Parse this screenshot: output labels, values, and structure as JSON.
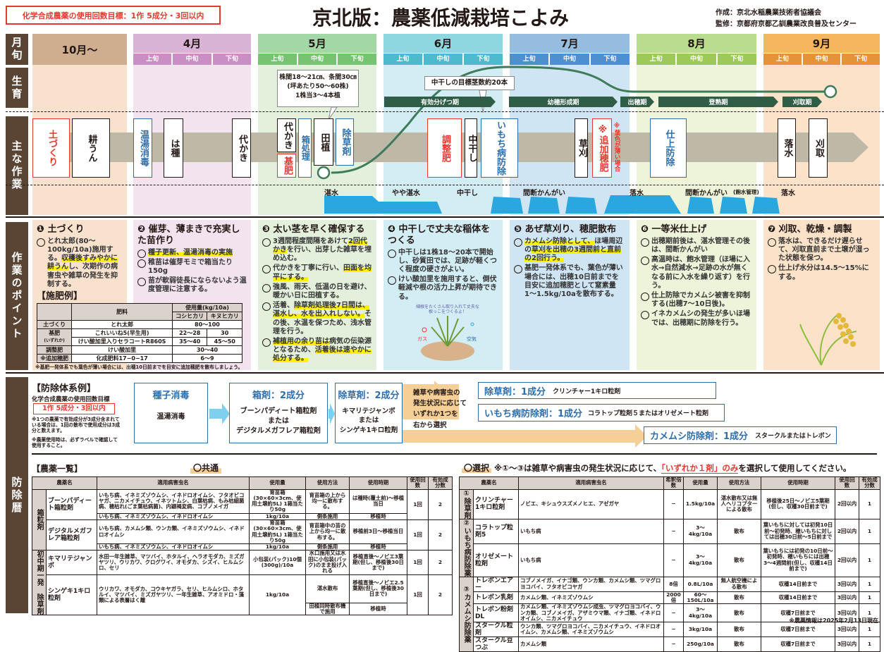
{
  "header": {
    "goal": "化学合成農薬の使用回数目標：1作 5成分・3回以内",
    "title": "京北版：農薬低減栽培こよみ",
    "author": "作成：京北水稲農業技術者協議会",
    "supervisor": "監修：京都府京都乙訓農業改良普及センター"
  },
  "row_labels": {
    "month": "月旬",
    "growth": "生育",
    "work": "主な作業",
    "points": "作業のポイント",
    "control": "防除暦"
  },
  "months": [
    {
      "name": "10月〜"
    },
    {
      "name": "4月"
    },
    {
      "name": "5月"
    },
    {
      "name": "6月"
    },
    {
      "name": "7月"
    },
    {
      "name": "8月"
    },
    {
      "name": "9月"
    }
  ],
  "periods": [
    "上旬",
    "中旬",
    "下旬"
  ],
  "colors": {
    "red": "#e8382f",
    "blue": "#2e6eab",
    "brown": "#5a4433",
    "dark_green": "#2f5d45",
    "water": "#29a8e0",
    "highlight": "#fff100"
  },
  "growth": {
    "callout1": [
      "株間18〜21㎝、条間30㎝",
      "(坪あたり50〜60株)",
      "1株当3〜4本植"
    ],
    "callout2": "中干しの目標茎数約20本",
    "stages": [
      "有効分げつ期",
      "幼穂形成期",
      "出穂期",
      "登熟期",
      "刈取期"
    ]
  },
  "work": {
    "tsuchizukuri": "土づくり",
    "kouun": "耕うん",
    "onto": "温湯消毒",
    "hashu": "は種",
    "shiro1": "代かき",
    "shiro2": "代かき",
    "kihi": "基肥",
    "hako": "箱処理",
    "taue": "田植",
    "josou": "除草剤",
    "chousei": "調整肥",
    "nakaboshi": "中干し",
    "imochi": "いもち病防除",
    "kusakari": "草刈",
    "tsuika": "※追加穂肥",
    "tsuika_note": "※葉色が薄い場合",
    "shiage": "仕上防除",
    "rakusui": "落水",
    "karitori": "刈取"
  },
  "water": [
    "湛水",
    "やや湛水",
    "中干し",
    "間断かんがい",
    "落水",
    "間断かんがい",
    "(飽水管理)",
    "落水"
  ],
  "points": [
    {
      "title": "❶ 土づくり",
      "items": [
        [
          {
            "t": "とれ太郎(80〜100kg/10a)施用する。"
          },
          {
            "t": "収穫後すみやかに耕うん",
            "h": true
          },
          {
            "t": "し、次期作の病害虫や雑草の発生を抑制する。"
          }
        ]
      ]
    },
    {
      "title": "❷ 催芽、薄まきで充実した苗作り",
      "items": [
        [
          {
            "t": "種子更新、温湯消毒の実施",
            "h": true
          }
        ],
        [
          {
            "t": "稚苗は催芽モミで箱当たり150g"
          }
        ],
        [
          {
            "t": "苗が軟弱徒長にならないよう温度管理に注意する。"
          }
        ]
      ]
    },
    {
      "title": "❸ 太い茎を早く確保する",
      "items": [
        [
          {
            "t": "3週間程度間隔をあけて"
          },
          {
            "t": "2回代かき",
            "h": true
          },
          {
            "t": "を行い、出芽した雑草を埋め込む。"
          }
        ],
        [
          {
            "t": "代かきを丁寧に行い、"
          },
          {
            "t": "田面を均平にする。",
            "h": true
          }
        ],
        [
          {
            "t": "強風、雨天、低温の日を避け、暖かい日に田植する。"
          }
        ],
        [
          {
            "t": "活着、"
          },
          {
            "t": "除草剤処理後7日間は、湛水し、水を出入れしない。",
            "h": true
          },
          {
            "t": "その後、水温を保つため、浅水管理を行う。"
          }
        ],
        [
          {
            "t": "補植用の余り苗は",
            "h": true
          },
          {
            "t": "病気の伝染源となるため、"
          },
          {
            "t": "活着後は速やかに処分する。",
            "h": true
          }
        ]
      ]
    },
    {
      "title": "❹ 中干しで丈夫な稲体をつくる",
      "items": [
        [
          {
            "t": "中干しは1株18〜20本で開始し、砂質田では、足跡が軽くつく程度の硬さがよい。"
          }
        ],
        [
          {
            "t": "けい酸加里を施用すると、倒伏軽減や根の活力上昇が期待できる。"
          }
        ]
      ],
      "illus": {
        "caption": "細根をたくさん取り入れて丈夫な根っこをつくるよ！",
        "gas": "ガス",
        "air": "空気"
      }
    },
    {
      "title": "❺ あぜ草刈り、穂肥散布",
      "items": [
        [
          {
            "t": "カメムシ防除として、",
            "h": true
          },
          {
            "t": "ほ場周辺の"
          },
          {
            "t": "草刈を出穂の3週間前と直前の2回行う。",
            "h": true
          }
        ],
        [
          {
            "t": "基肥一発体系でも、葉色が薄い場合には、出穂10日前までを目安に追加穂肥として窒素量1〜1.5kg/10aを散布する。"
          }
        ]
      ]
    },
    {
      "title": "❻ 一等米仕上げ",
      "items": [
        [
          {
            "t": "出穂期前後は、湛水管理その後は、間断かんがい"
          }
        ],
        [
          {
            "t": "高温時は、飽水管理（ほ場に入水→自然減水→足跡の水が無くなる前に入水を繰り返す）を行う。"
          }
        ],
        [
          {
            "t": "仕上防除でカメムシ被害を抑制する(出穂7〜10日後)。"
          }
        ],
        [
          {
            "t": "イネカメムシの発生が多いほ場では、出穂期に防除を行う。"
          }
        ]
      ]
    },
    {
      "title": "❼ 刈取、乾燥・調製",
      "items": [
        [
          {
            "t": "落水は、できるだけ遅らせて、刈取直前まで土壌が湿った状態を保つ。"
          }
        ],
        [
          {
            "t": "仕上げ水分は14.5〜15%にする。"
          }
        ]
      ]
    }
  ],
  "fert": {
    "title": "【施肥例】",
    "h_fert": "肥料",
    "h_amount": "使用量(kg/10a)",
    "h_koshi": "コシヒカリ",
    "h_kinu": "キヌヒカリ",
    "r1": [
      "土づくり",
      "とれ太郎",
      "80〜100"
    ],
    "r2": [
      "基肥",
      "(いずれか)",
      "これいいね5(早生用)",
      "22〜28",
      "30"
    ],
    "r3": [
      "けい酸加里入りセラコートR860S",
      "35〜40",
      "45〜50"
    ],
    "r4": [
      "調整肥",
      "けい酸加里",
      "30〜40"
    ],
    "r5": [
      "※追加穂肥",
      "化成肥料17−0−17",
      "6〜9"
    ],
    "note": "※基肥一発体系でも葉色が薄い場合には、出穂10日前までを目安に追加穂肥を散布しましょう。"
  },
  "system": {
    "title": "【防除体系例】",
    "goal_label": "化学合成農薬の使用回数目標",
    "goal": "1作 5成分・3回以内",
    "note1": "※1つの農薬で有効成分が3成分含まれている場合は、1回の散布で使用成分は3成分と数えます。",
    "note2": "※農薬使用時は、必ずラベルで確認して使用すること。",
    "seed": {
      "title": "種子消毒",
      "desc": "温湯消毒"
    },
    "box": {
      "title": "箱剤：2成分",
      "l1": "ブーンパディート箱粒剤",
      "l2": "または",
      "l3": "デジタルメガフレア箱粒剤"
    },
    "herb": {
      "title": "除草剤：2成分",
      "l1": "キマリテジャンボ",
      "l2": "または",
      "l3": "シンゲキ1キロ粒剤"
    },
    "select_text": [
      "雑草や病害虫の",
      "発生状況に応じて",
      "いずれか1つを",
      "右から選択"
    ],
    "opt1": {
      "title": "除草剤：1成分",
      "desc": "クリンチャー1キロ粒剤"
    },
    "opt2": {
      "title": "いもち病防除剤：1成分",
      "desc": "コラトップ粒剤５またはオリゼメート粒剤"
    },
    "opt3": {
      "title": "カメムシ防除剤：1成分",
      "desc": "スタークルまたはトレボン"
    }
  },
  "list": {
    "title": "【農薬一覧】",
    "common": "〇共通",
    "select": "〇選択",
    "select_note": "※①〜③は雑草や病害虫の発生状況に応じて、",
    "select_red": "「いずれか１剤」のみ",
    "select_note2": "を選択して使用してください。",
    "footnote": "※農薬情報は2025年2月13日現在"
  },
  "common_table": {
    "headers": [
      "農薬名",
      "適用病害虫名",
      "使用量",
      "使用方法",
      "使用時期",
      "使用回数",
      "有効成分数"
    ],
    "rows": [
      [
        "箱粒剤",
        "ブーンパディート箱粒剤",
        "いもち病、イネミズゾウムシ、イネドロオイムシ、フタオビコヤガ、ニカメイチュウ、イネツトムシ、白葉枯病、もみ枯細菌病、穂枯れ(ごま葉枯病菌)、内穎褐変病、コブノメイガ",
        "育苗箱(30×60×3cm、使用土壌約5L) 1箱当たり50g",
        "育苗箱の上から均一に散布する。",
        "は種時(覆土前)〜移植当日",
        "1回",
        "2"
      ],
      [
        "いもち病、イネミズゾウムシ、イネドロオイムシ",
        "1kg/10a",
        "側条施用",
        "移植時"
      ],
      [
        "デジタルメガフレア箱粒剤",
        "いもち病、カメムシ類、ウンカ類、イネミズゾウムシ、イネドロオイムシ",
        "育苗箱(30×60×3cm、使用土壌約5L) 1箱当たり50g",
        "育苗箱中の苗の上から均一に散布する。",
        "移植前3日〜移植当日",
        "1回",
        "2"
      ],
      [
        "いもち病、イネミズゾウムシ、イネドロオイムシ",
        "1kg/10a",
        "側条施用",
        "移植時"
      ],
      [
        "初中期一発 除草剤",
        "キマリテジャンボ",
        "水田一年生雑草、マツバイ、ホタルイ、ヘラオモダカ、ミズガヤツリ、ウリカワ、クログワイ、オモダカ、シズイ、ヒルムシロ、セリ",
        "小包装(パック)10個(300g)/10a",
        "水口施用又は水田に小包装(パック)のまま投げ入れる",
        "移植直後〜ノビエ3葉期(但し、移植後30日まで)",
        "1回",
        "2"
      ],
      [
        "シンゲキ1キロ粒剤",
        "ウリカワ、オモダカ、コウキヤガラ、セリ、ヒルムシロ、ホタルイ、マツバイ、ミズガヤツリ、一年生雑草、アオミドロ・藻類による表層はく離",
        "1kg/10a",
        "湛水散布",
        "移植直後〜ノビエ2.5葉期(但し、移植後30日まで)",
        "1回",
        "2"
      ],
      [
        "田植同時散布機で施用",
        "移植時"
      ]
    ]
  },
  "select_table": {
    "headers": [
      "農薬名",
      "適用病害虫名",
      "希釈倍数",
      "使用量",
      "使用方法",
      "使用時期",
      "使用回数",
      "有効成分数"
    ],
    "rows": [
      [
        "①除草剤",
        "クリンチャー1キロ粒剤",
        "ノビエ、キシュウスズメノヒエ、アゼガヤ",
        "−",
        "1.5kg/10a",
        "湛水散布又は無人ヘリコプターによる散布",
        "移植後25日〜ノビエ5葉期(但し、収穫30日前まで)",
        "2回以内",
        "1"
      ],
      [
        "②いもち病防除薬",
        "コラトップ粒剤5",
        "いもち病",
        "−",
        "3〜4kg/10a",
        "散布",
        "葉いもちに対しては初発10日前〜初発時、穂いもちに対しては出穂30日前〜5日前まで",
        "2回以内",
        "1"
      ],
      [
        "オリゼメート粒剤",
        "いもち病",
        "−",
        "3〜4kg/10a",
        "散布",
        "葉いもちには初発の10日前〜初発時、穂いもちには出穂3〜4週間前(但し、収穫14日前まで)",
        "2回以内",
        "1"
      ],
      [
        "③カメムシ防除薬",
        "トレボンエアー",
        "コブノメイガ、イナゴ類、ウンカ類、カメムシ類、ツマグロヨコバイ、フタオビコヤガ",
        "8倍",
        "0.8L/10a",
        "無人航空機による散布",
        "収穫14日前まで",
        "3回以内",
        "1"
      ],
      [
        "トレボン乳剤",
        "カメムシ類、イネミズゾウムシ",
        "2000倍",
        "60〜150L/10a",
        "散布",
        "収穫14日前まで",
        "3回以内",
        "1"
      ],
      [
        "トレボン粉剤DL",
        "カメムシ類、イネミズゾウムシ成虫、ツマグロヨコバイ、ウンカ類、コブノメイガ、アザミウマ類、イナゴ類、イネドロオイムシ、ニカメイチュウ",
        "−",
        "3〜4kg/10a",
        "散布",
        "収穫7日前まで",
        "3回以内",
        "1"
      ],
      [
        "スタークル粒剤",
        "ウンカ類、ツマグロヨコバイ、ニカメイチュウ、イネドロオイムシ、カメムシ類、イネミズゾウムシ",
        "−",
        "3kg/10a",
        "散布",
        "収穫7日前まで",
        "3回以内",
        "1"
      ],
      [
        "スタークル豆つぶ",
        "カメムシ類",
        "−",
        "250g/10a",
        "散布",
        "収穫7日前まで",
        "3回以内",
        "1"
      ]
    ]
  }
}
